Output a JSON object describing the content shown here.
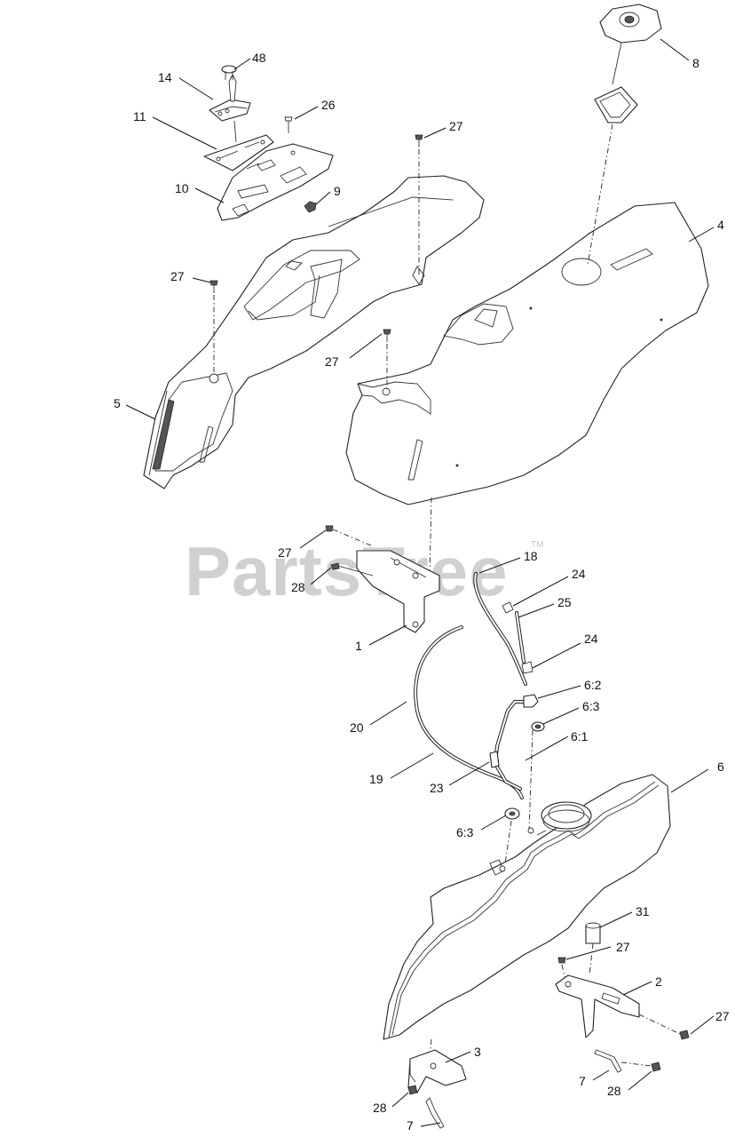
{
  "watermark": {
    "text": "PartsTree",
    "tm": "TM"
  },
  "callouts": {
    "c48": "48",
    "c14": "14",
    "c26": "26",
    "c11": "11",
    "c27a": "27",
    "c10": "10",
    "c9": "9",
    "c8": "8",
    "c4": "4",
    "c27b": "27",
    "c5": "5",
    "c27c": "27",
    "c27d": "27",
    "c18": "18",
    "c28a": "28",
    "c24a": "24",
    "c25": "25",
    "c1": "1",
    "c24b": "24",
    "c62": "6:2",
    "c63a": "6:3",
    "c20": "20",
    "c61": "6:1",
    "c19": "19",
    "c23": "23",
    "c6": "6",
    "c63b": "6:3",
    "c31": "31",
    "c27e": "27",
    "c2": "2",
    "c27f": "27",
    "c3": "3",
    "c7a": "7",
    "c28b": "28",
    "c28c": "28",
    "c7b": "7"
  }
}
